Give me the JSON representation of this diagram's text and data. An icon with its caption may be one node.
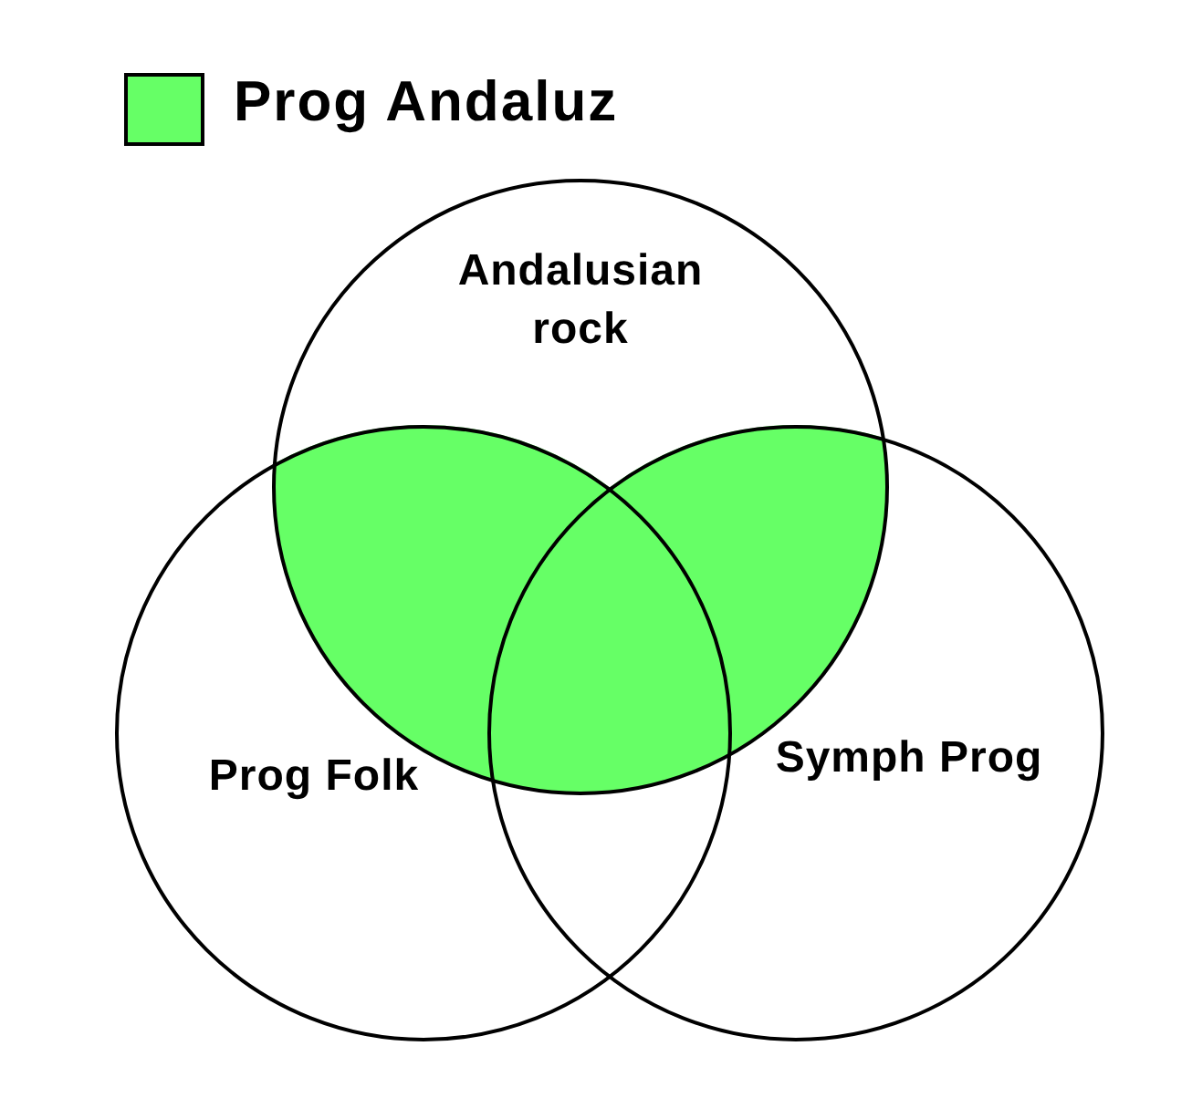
{
  "diagram": {
    "nodes": [
      {
        "text": [
          "Andalusian rock"
        ]
      },
      {
        "text": [
          "Prog Folk"
        ]
      },
      {
        "text": [
          "Symph Prog"
        ]
      }
    ],
    "legend": [
      {
        "text": "Prog Andaluz",
        "color": "#66ff66"
      }
    ]
  }
}
